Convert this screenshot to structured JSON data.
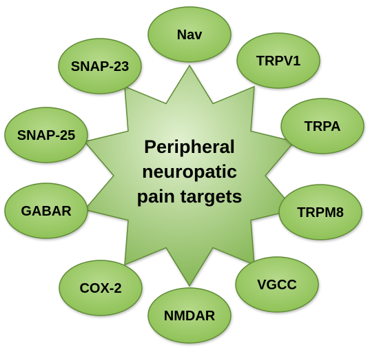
{
  "center": {
    "lines": [
      "Peripheral",
      "neuropatic",
      "pain targets"
    ]
  },
  "targets": [
    {
      "label": "Nav"
    },
    {
      "label": "TRPV1"
    },
    {
      "label": "TRPA"
    },
    {
      "label": "TRPM8"
    },
    {
      "label": "VGCC"
    },
    {
      "label": "NMDAR"
    },
    {
      "label": "COX-2"
    },
    {
      "label": "GABAR"
    },
    {
      "label": "SNAP-25"
    },
    {
      "label": "SNAP-23"
    }
  ],
  "colors": {
    "ellipse_fill_light": "#b5d98a",
    "ellipse_fill_dark": "#8cc053",
    "ellipse_stroke": "#5f8a36",
    "star_fill_light": "#e2f1d1",
    "star_fill_dark": "#7fb34d",
    "star_stroke": "#5f8a36"
  }
}
